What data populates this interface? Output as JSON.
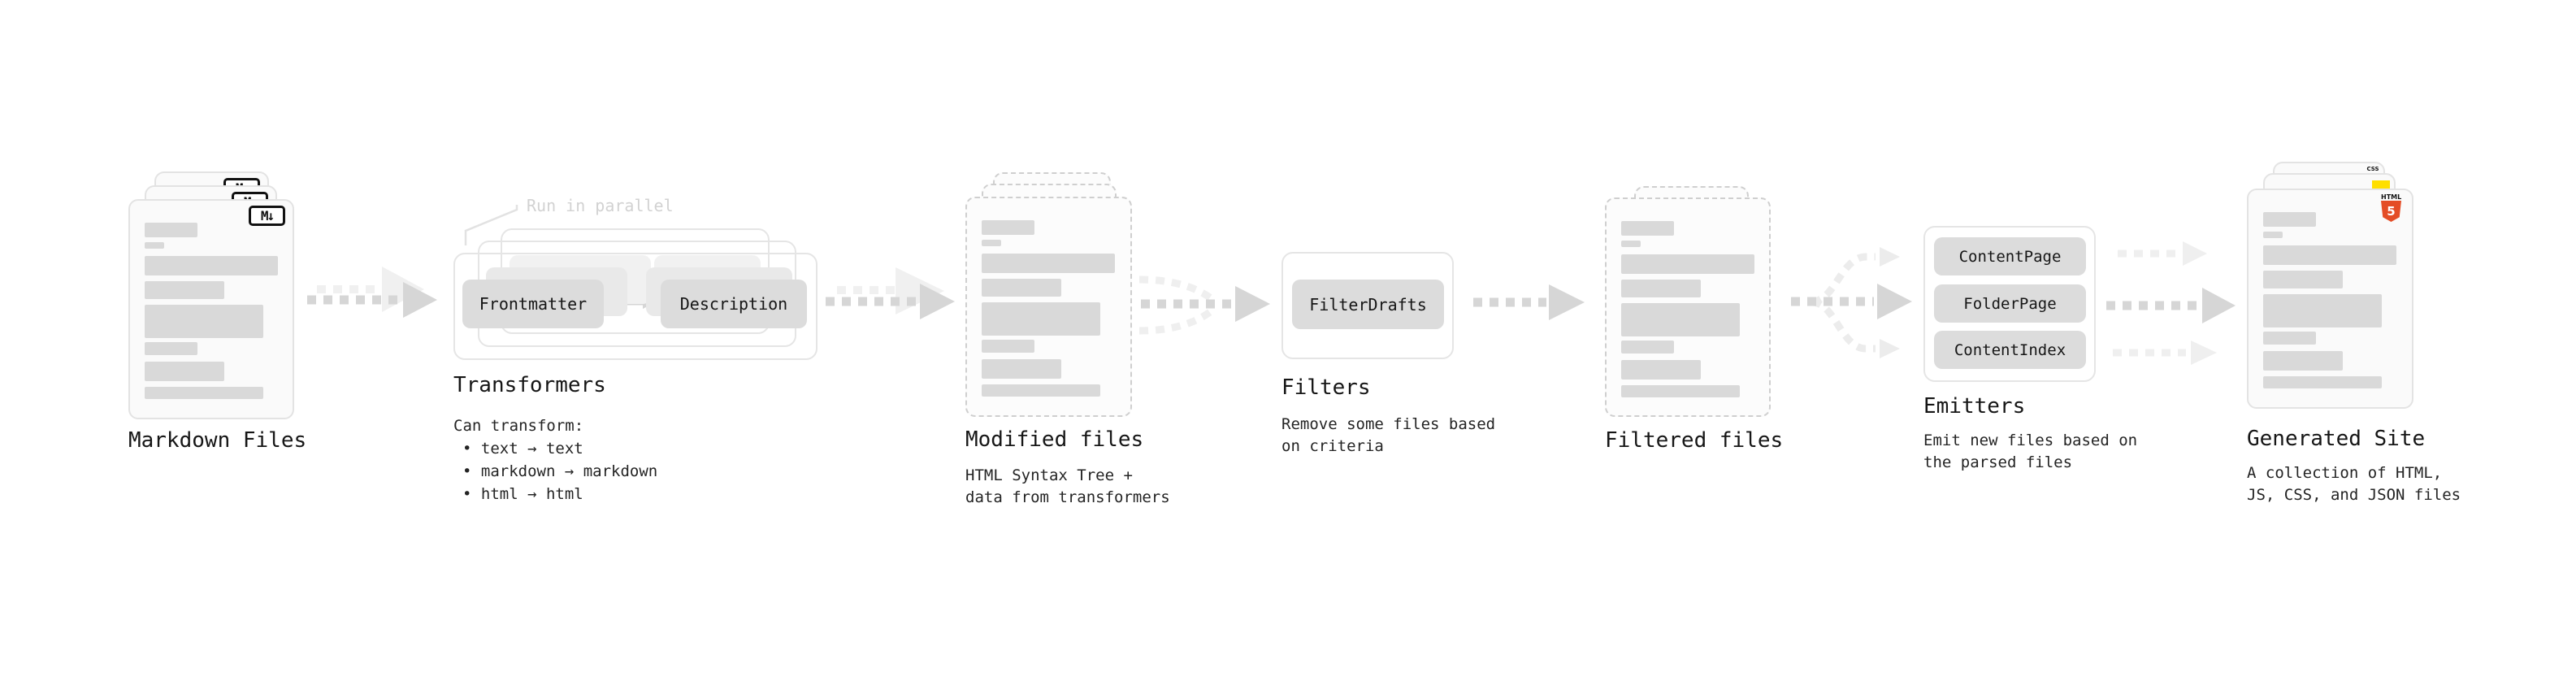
{
  "annotation": {
    "run_in_parallel": "Run in parallel"
  },
  "markdown_files": {
    "title": "Markdown Files",
    "badge": "M↓"
  },
  "transformers": {
    "title": "Transformers",
    "buttons": {
      "left": "Frontmatter",
      "right": "Description"
    },
    "note_heading": "Can transform:",
    "bullets": [
      "• text → text",
      "• markdown → markdown",
      "• html → html"
    ]
  },
  "modified_files": {
    "title": "Modified files",
    "desc": [
      "HTML Syntax Tree +",
      "data from transformers"
    ]
  },
  "filters": {
    "title": "Filters",
    "button": "FilterDrafts",
    "desc": [
      "Remove some files based",
      "on criteria"
    ]
  },
  "filtered_files": {
    "title": "Filtered files"
  },
  "emitters": {
    "title": "Emitters",
    "buttons": [
      "ContentPage",
      "FolderPage",
      "ContentIndex"
    ],
    "desc": [
      "Emit new files based on",
      "the parsed files"
    ]
  },
  "generated_site": {
    "title": "Generated Site",
    "desc": [
      "A collection of HTML,",
      "JS, CSS, and JSON files"
    ],
    "badges": {
      "css": "CSS",
      "html_label": "HTML",
      "html_number": "5"
    }
  },
  "colors": {
    "arrow_dark": "#d4d4d4",
    "arrow_light": "#eeeeee",
    "bar_gray": "#d9d9d9",
    "button_gray": "#dcdcdc",
    "html5_orange": "#e44d26",
    "js_yellow": "#ffdf00",
    "css_blue": "#2965f1"
  }
}
